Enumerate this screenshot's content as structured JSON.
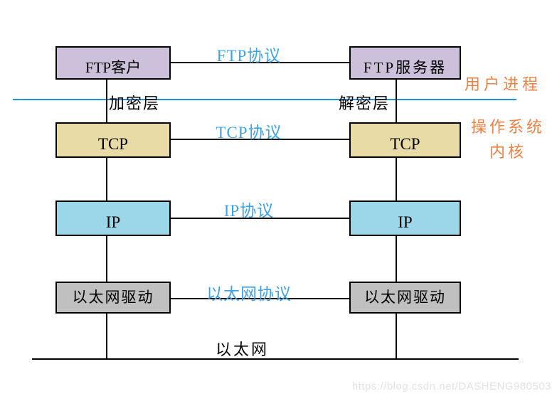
{
  "diagram": {
    "left_stack": [
      {
        "label": "FTP客户",
        "fill": "#ccc0da"
      },
      {
        "label": "TCP",
        "fill": "#e9dba6"
      },
      {
        "label": "IP",
        "fill": "#9bd7e9"
      },
      {
        "label": "以太网驱动",
        "fill": "#c0c0c0"
      }
    ],
    "right_stack": [
      {
        "label": "FTP服务器",
        "fill": "#ccc0da"
      },
      {
        "label": "TCP",
        "fill": "#e9dba6"
      },
      {
        "label": "IP",
        "fill": "#9bd7e9"
      },
      {
        "label": "以太网驱动",
        "fill": "#c0c0c0"
      }
    ],
    "protocol_links": [
      {
        "label": "FTP协议"
      },
      {
        "label": "TCP协议"
      },
      {
        "label": "IP协议"
      },
      {
        "label": "以太网协议"
      }
    ],
    "annotations": {
      "encryption_layer": "加密层",
      "decryption_layer": "解密层",
      "user_process": "用户进程",
      "os_kernel_line1": "操作系统",
      "os_kernel_line2": "内核",
      "ethernet_bus": "以太网"
    },
    "colors": {
      "box_purple": "#ccc0da",
      "box_tan": "#e9dba6",
      "box_blue": "#9bd7e9",
      "box_gray": "#c0c0c0",
      "protocol_label_blue": "#3da2ea",
      "divider_line_blue": "#2394d2",
      "side_note_orange": "#ef8043",
      "line_black": "#000000"
    }
  },
  "watermark": {
    "text": "https://blog.csdn.net/DASHENG980503"
  }
}
